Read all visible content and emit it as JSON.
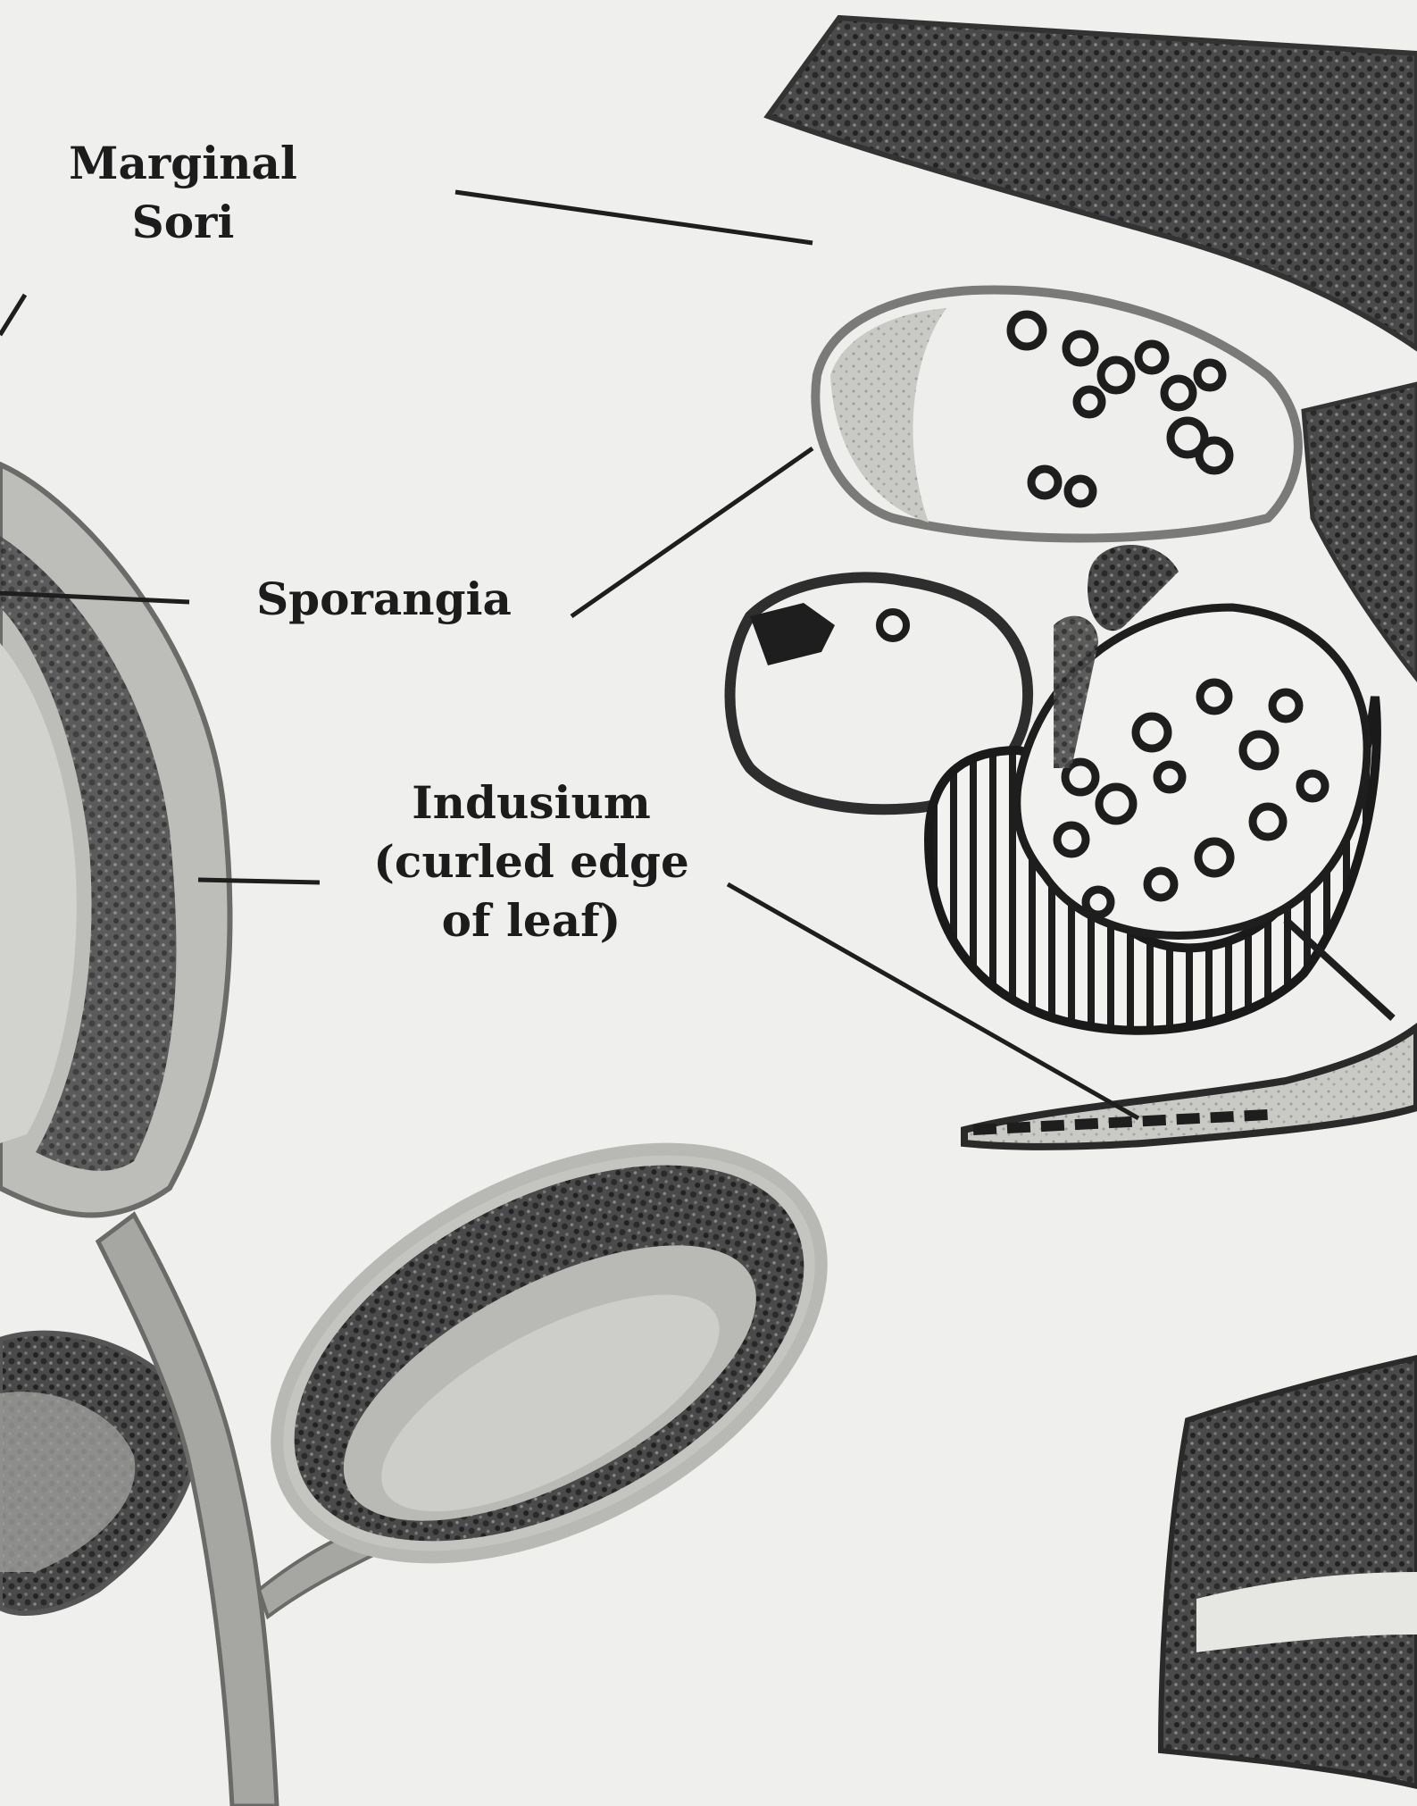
{
  "labels": {
    "marginal_sori": [
      "Marginal",
      "Sori"
    ],
    "sporangia": "Sporangia",
    "indusium": [
      "Indusium",
      "(curled edge",
      "of leaf)"
    ]
  },
  "palette": {
    "background": "#efefed",
    "ink": "#1c1c1c",
    "dark_tissue": "#3a3a3a",
    "mid_tissue": "#8e8e8c",
    "light_tissue": "#d4d4d1"
  }
}
